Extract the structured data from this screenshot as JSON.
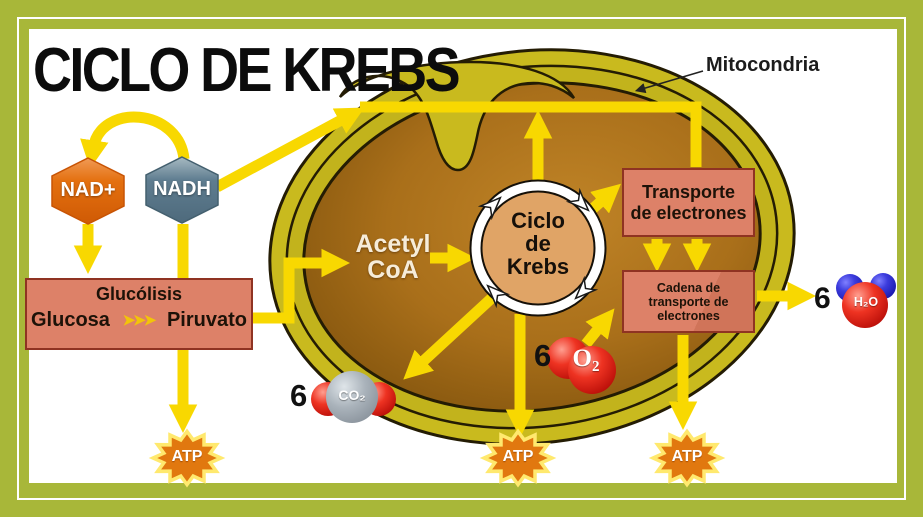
{
  "title": "CICLO DE KREBS",
  "mitochondria_label": "Mitocondria",
  "nad": {
    "nad_plus": "NAD+",
    "nadh": "NADH"
  },
  "glycolysis": {
    "title": "Glucólisis",
    "substrate": "Glucosa",
    "arrows_icon": "➤➤➤",
    "product": "Piruvato"
  },
  "acetyl_coa": {
    "line1": "Acetyl",
    "line2": "CoA"
  },
  "krebs": {
    "line1": "Ciclo",
    "line2": "de",
    "line3": "Krebs"
  },
  "electron_transport_box": {
    "line1": "Transporte",
    "line2": "de electrones"
  },
  "transport_chain_box": {
    "line1": "Cadena de",
    "line2": "transporte de",
    "line3": "electrones"
  },
  "atp_label": "ATP",
  "outputs": {
    "co2": {
      "count": "6",
      "formula": "CO₂"
    },
    "o2": {
      "count": "6",
      "formula": "O₂"
    },
    "h2o": {
      "count": "6",
      "formula": "H₂O"
    }
  },
  "colors": {
    "frame_green": "#a8b739",
    "arrow_yellow": "#f8d801",
    "membrane_olive": "#c9ba1e",
    "matrix_brown": "#a96f1a",
    "box_salmon": "#dd8168",
    "krebs_circle_tan": "#e0a466",
    "atp_orange": "#e1780f",
    "nad_plus_orange": "#e4700f",
    "nadh_slate": "#5f7d90",
    "o2_red": "#dd1414",
    "co2_gray": "#9aa2ab",
    "h2o_blue": "#2424cc"
  }
}
